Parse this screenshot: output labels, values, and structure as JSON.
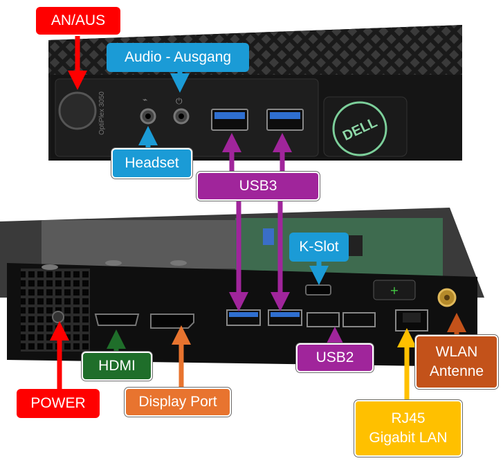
{
  "labels": {
    "an_aus": "AN/AUS",
    "audio_ausgang": "Audio - Ausgang",
    "headset": "Headset",
    "usb3": "USB3",
    "k_slot": "K-Slot",
    "hdmi": "HDMI",
    "usb2": "USB2",
    "wlan_line1": "WLAN",
    "wlan_line2": "Antenne",
    "power": "POWER",
    "display_port": "Display Port",
    "rj45_line1": "RJ45",
    "rj45_line2": "Gigabit LAN"
  },
  "device": {
    "model_text": "OptiPlex 3050",
    "brand_text": "DELL"
  },
  "colors": {
    "red": "#ff0000",
    "blue": "#1b9bd6",
    "purple": "#a0259b",
    "green": "#1f6e2a",
    "orange": "#e8742f",
    "brown": "#c3521a",
    "yellow": "#ffc000"
  }
}
